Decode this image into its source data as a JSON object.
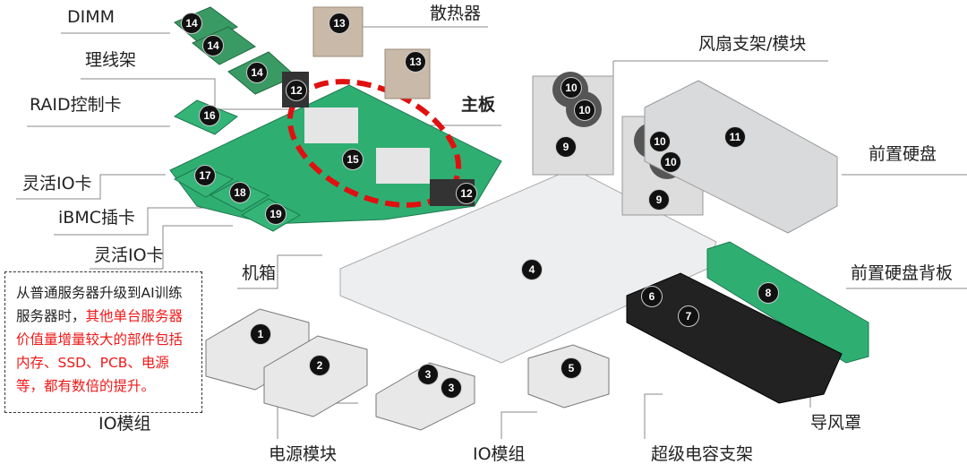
{
  "labels": {
    "dimm": "DIMM",
    "heatsink": "散热器",
    "cable_tray": "理线架",
    "raid_card": "RAID控制卡",
    "mainboard": "主板",
    "fan_module": "风扇支架/模块",
    "front_drives": "前置硬盘",
    "flex_io_1": "灵活IO卡",
    "ibmc": "iBMC插卡",
    "flex_io_2": "灵活IO卡",
    "chassis": "机箱",
    "front_backplane": "前置硬盘背板",
    "io_module_1": "IO模组",
    "psu": "电源模块",
    "io_module_2": "IO模组",
    "supercap": "超级电容支架",
    "air_duct": "导风罩"
  },
  "note": {
    "black": "从普通服务器升级到AI训练服务器时，",
    "red": "其他单台服务器价值量增量较大的部件包括内存、SSD、PCB、电源等，都有数倍的提升。"
  },
  "badges": [
    "14",
    "14",
    "14",
    "13",
    "13",
    "12",
    "12",
    "16",
    "15",
    "17",
    "18",
    "19",
    "10",
    "10",
    "10",
    "10",
    "9",
    "9",
    "11",
    "4",
    "8",
    "6",
    "7",
    "1",
    "2",
    "3",
    "3",
    "5"
  ],
  "colors": {
    "highlight": "#e01010",
    "board": "#2fae72",
    "note_red": "#f01818"
  }
}
